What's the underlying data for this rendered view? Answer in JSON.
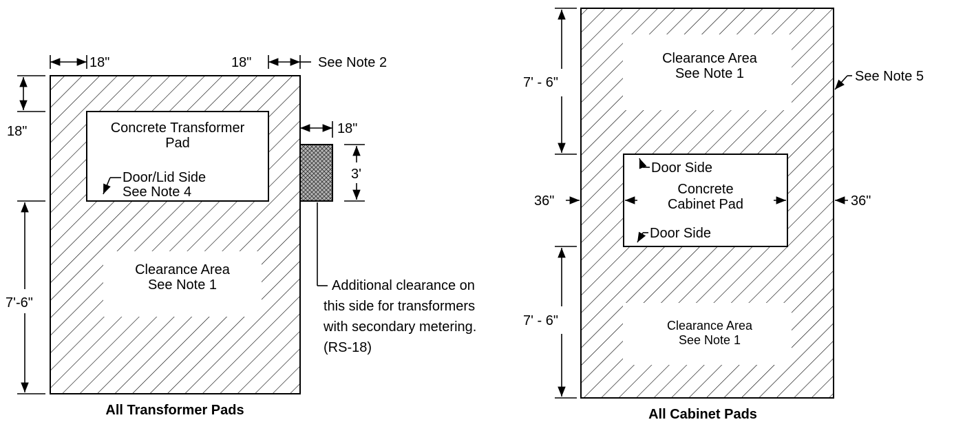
{
  "transformer": {
    "title": "All Transformer Pads",
    "dim_left_18": "18\"",
    "dim_right_18": "18\"",
    "see_note_2": "See Note 2",
    "dim_top_18": "18\"",
    "pad_line1": "Concrete Transformer",
    "pad_line2": "Pad",
    "door_line1": "Door/Lid Side",
    "door_line2": "See Note 4",
    "clear_line1": "Clearance Area",
    "clear_line2": "See Note 1",
    "dim_7_6": "7'-6\"",
    "dim_side_18": "18\"",
    "dim_3ft": "3'",
    "addl_line1": "Additional clearance on",
    "addl_line2": "this side for transformers",
    "addl_line3": "with secondary metering.",
    "addl_line4": "(RS-18)"
  },
  "cabinet": {
    "title": "All Cabinet Pads",
    "dim_top": "7' - 6\"",
    "clear_top_line1": "Clearance Area",
    "clear_top_line2": "See Note 1",
    "see_note_5": "See Note 5",
    "door_top": "Door Side",
    "pad_line1": "Concrete",
    "pad_line2": "Cabinet Pad",
    "door_bottom": "Door Side",
    "dim_left_36": "36\"",
    "dim_right_36": "36\"",
    "dim_bottom": "7' - 6\"",
    "clear_bot_line1": "Clearance Area",
    "clear_bot_line2": "See Note 1"
  },
  "colors": {
    "ink": "#000000",
    "background": "#ffffff",
    "meter_fill": "#8c8c8c"
  }
}
